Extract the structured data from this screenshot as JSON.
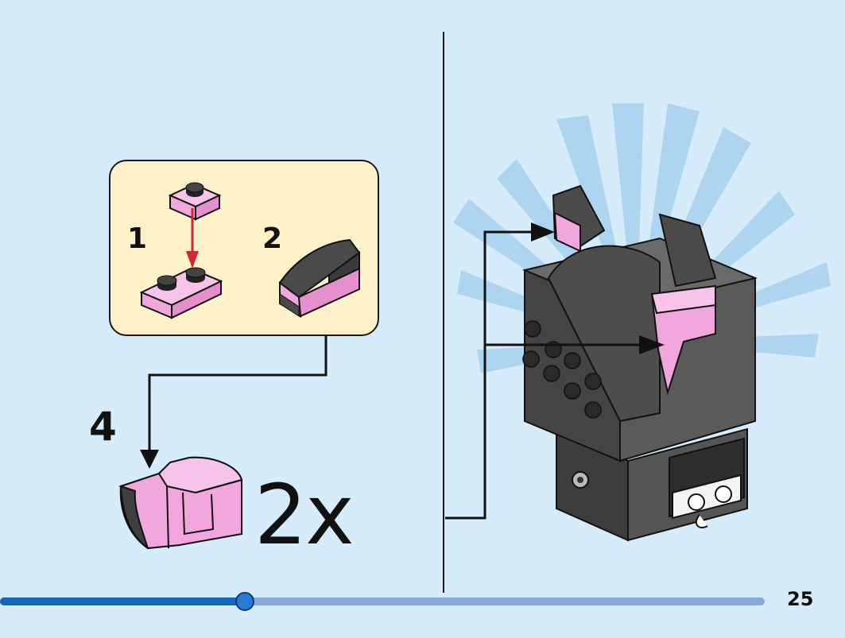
{
  "instruction_step": {
    "sub_steps": [
      {
        "number": "1"
      },
      {
        "number": "2"
      }
    ],
    "step_number": "4",
    "multiplier": "2x"
  },
  "page_number": "25",
  "progress": {
    "fraction": 0.32
  },
  "colors": {
    "background": "#d6ecfa",
    "callout_fill": "#fdf1c9",
    "pink_brick": "#f2a6de",
    "dark_brick": "#4a4a4a",
    "arrow_red": "#d0262e",
    "progress_fill": "#1565b8",
    "progress_track": "#8aa8d8"
  },
  "icons": [
    "pink-plate-icon",
    "pink-slope-brick-icon",
    "assembled-ear-piece-icon",
    "black-cat-brickheadz-model-icon"
  ]
}
